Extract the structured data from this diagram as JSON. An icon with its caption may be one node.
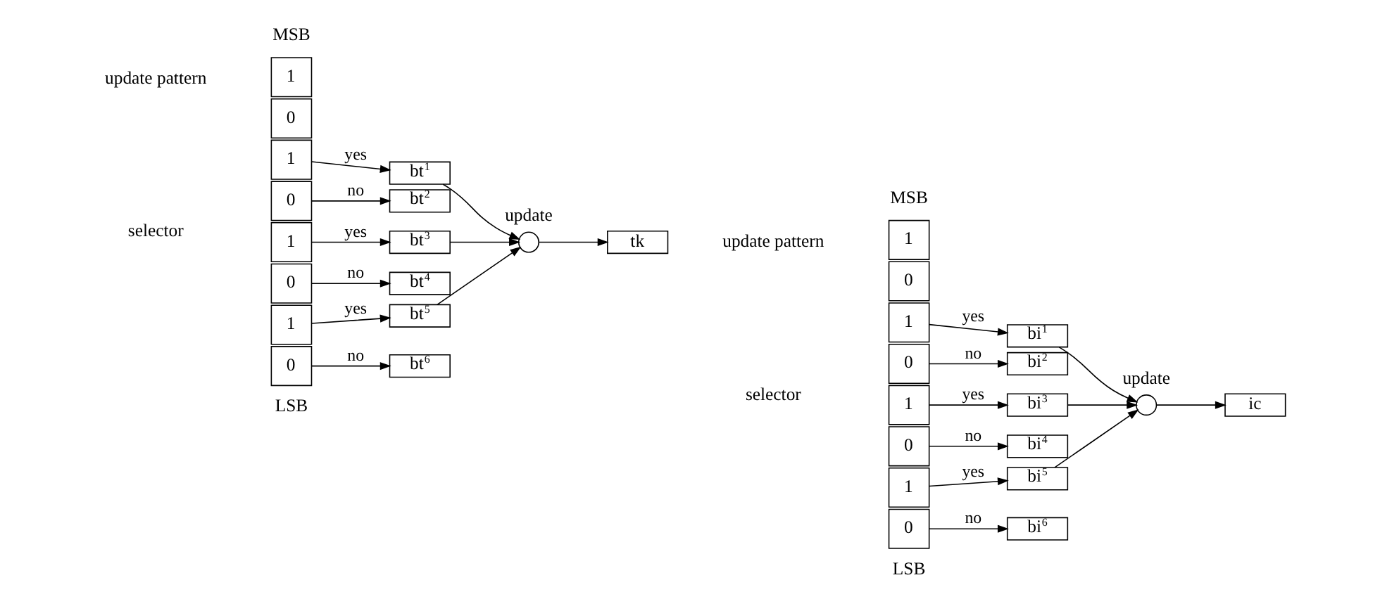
{
  "diagram": {
    "nodes": [
      {
        "text": [
          "1"
        ]
      },
      {
        "text": [
          "0"
        ]
      },
      {
        "text": [
          "1"
        ]
      },
      {
        "text": [
          "0"
        ]
      },
      {
        "text": [
          "1"
        ]
      },
      {
        "text": [
          "0"
        ]
      },
      {
        "text": [
          "1"
        ]
      },
      {
        "text": [
          "0"
        ]
      },
      {
        "text": [
          "bt$^{1}$"
        ]
      },
      {
        "text": [
          "bt$^{2}$"
        ]
      },
      {
        "text": [
          "bt$^{3}$"
        ]
      },
      {
        "text": [
          "bt$^{4}$"
        ]
      },
      {
        "text": [
          "bt$^{5}$"
        ]
      },
      {
        "text": [
          "bt$^{6}$"
        ]
      },
      {
        "text": [],
        "shape": "circle",
        "beside": [
          "update"
        ]
      },
      {
        "text": [
          "tk"
        ]
      },
      {
        "text": [
          "1"
        ]
      },
      {
        "text": [
          "0"
        ]
      },
      {
        "text": [
          "1"
        ]
      },
      {
        "text": [
          "0"
        ]
      },
      {
        "text": [
          "1"
        ]
      },
      {
        "text": [
          "0"
        ]
      },
      {
        "text": [
          "1"
        ]
      },
      {
        "text": [
          "0"
        ]
      },
      {
        "text": [
          "bi$^{1}$"
        ]
      },
      {
        "text": [
          "bi$^{2}$"
        ]
      },
      {
        "text": [
          "bi$^{3}$"
        ]
      },
      {
        "text": [
          "bi$^{4}$"
        ]
      },
      {
        "text": [
          "bi$^{5}$"
        ]
      },
      {
        "text": [
          "bi$^{6}$"
        ]
      },
      {
        "text": [],
        "shape": "circle",
        "beside": [
          "update"
        ]
      },
      {
        "text": [
          "ic"
        ]
      }
    ],
    "edges": [
      {
        "from": 2,
        "to": 8,
        "arrow": "to",
        "label": "yes"
      },
      {
        "from": 3,
        "to": 9,
        "arrow": "to",
        "label": "no"
      },
      {
        "from": 4,
        "to": 10,
        "arrow": "to",
        "label": "yes"
      },
      {
        "from": 5,
        "to": 11,
        "arrow": "to",
        "label": "no"
      },
      {
        "from": 6,
        "to": 12,
        "arrow": "to",
        "label": "yes"
      },
      {
        "from": 7,
        "to": 13,
        "arrow": "to",
        "label": "no"
      },
      {
        "from": 8,
        "to": 14,
        "arrow": "to"
      },
      {
        "from": 10,
        "to": 14,
        "arrow": "to"
      },
      {
        "from": 12,
        "to": 14,
        "arrow": "to"
      },
      {
        "from": 14,
        "to": 15,
        "arrow": "to"
      },
      {
        "from": 18,
        "to": 24,
        "arrow": "to",
        "label": "yes"
      },
      {
        "from": 19,
        "to": 25,
        "arrow": "to",
        "label": "no"
      },
      {
        "from": 20,
        "to": 26,
        "arrow": "to",
        "label": "yes"
      },
      {
        "from": 21,
        "to": 27,
        "arrow": "to",
        "label": "no"
      },
      {
        "from": 22,
        "to": 28,
        "arrow": "to",
        "label": "yes"
      },
      {
        "from": 23,
        "to": 29,
        "arrow": "to",
        "label": "no"
      },
      {
        "from": 24,
        "to": 30,
        "arrow": "to"
      },
      {
        "from": 26,
        "to": 30,
        "arrow": "to"
      },
      {
        "from": 28,
        "to": 30,
        "arrow": "to"
      },
      {
        "from": 30,
        "to": 31,
        "arrow": "to"
      }
    ],
    "labels": [
      "MSB",
      "update pattern",
      "selector",
      "LSB",
      "MSB",
      "update pattern",
      "selector",
      "LSB"
    ]
  }
}
